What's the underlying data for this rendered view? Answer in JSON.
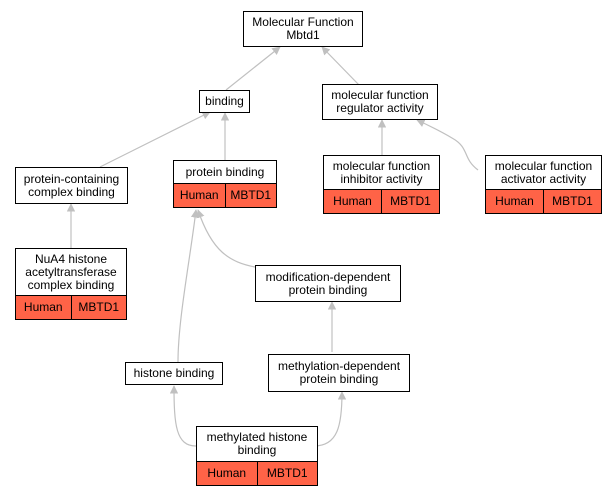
{
  "colors": {
    "edge": "#c0c0c0",
    "annotation_fill": "#ff6347",
    "node_border": "#000000"
  },
  "nodes": {
    "molecular_function": {
      "label": "Molecular Function\nMbtd1"
    },
    "binding": {
      "label": "binding"
    },
    "mf_regulator": {
      "label": "molecular function\nregulator activity"
    },
    "protein_complex_binding": {
      "label": "protein-containing\ncomplex binding"
    },
    "protein_binding": {
      "label": "protein binding",
      "species": "Human",
      "gene": "MBTD1"
    },
    "mf_inhibitor": {
      "label": "molecular function\ninhibitor activity",
      "species": "Human",
      "gene": "MBTD1"
    },
    "mf_activator": {
      "label": "molecular function\nactivator activity",
      "species": "Human",
      "gene": "MBTD1"
    },
    "nua4_binding": {
      "label": "NuA4 histone\nacetyltransferase\ncomplex binding",
      "species": "Human",
      "gene": "MBTD1"
    },
    "modification_binding": {
      "label": "modification-dependent\nprotein binding"
    },
    "histone_binding": {
      "label": "histone binding"
    },
    "methylation_binding": {
      "label": "methylation-dependent\nprotein binding"
    },
    "methylated_histone_binding": {
      "label": "methylated histone\nbinding",
      "species": "Human",
      "gene": "MBTD1"
    }
  }
}
